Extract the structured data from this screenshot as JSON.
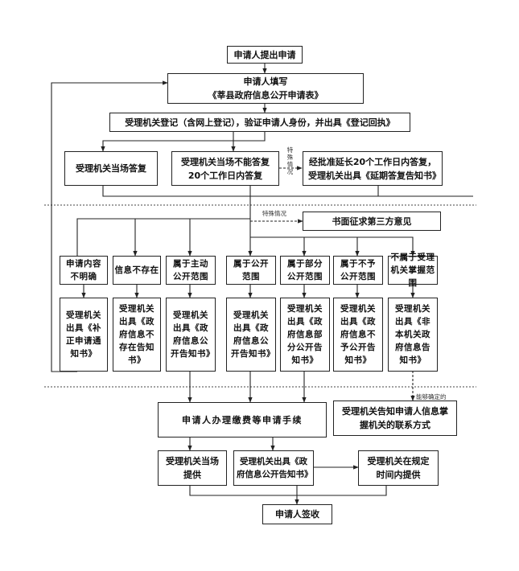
{
  "nodes": {
    "apply": "申请人提出申请",
    "fill_line1": "申请人填写",
    "fill_line2": "《莘县政府信息公开申请表》",
    "register": "受理机关登记（含网上登记），验证申请人身份，并出具《登记回执》",
    "reply_spot": "受理机关当场答复",
    "reply_20": "受理机关当场不能答复20个工作日内答复",
    "extend": "经批准延长20个工作日内答复，受理机关出具《延期答复告知书》",
    "third_party": "书面征求第三方意见",
    "unclear": "申请内容不明确",
    "not_exist": "信息不存在",
    "active_public": "属于主动公开范围",
    "is_public": "属于公开范围",
    "partial_public": "属于部分公开范围",
    "not_public": "属于不予公开范围",
    "not_in_scope": "不属于受理机关掌握范围",
    "notice_supplement": "受理机关出具《补正申请通知书》",
    "notice_not_exist": "受理机关出具《政府信息不存在告知书》",
    "notice_active": "受理机关出具《政府信息公开告知书》",
    "notice_public": "受理机关出具《政府信息公开告知书》",
    "notice_partial": "受理机关出具《政府信息部分公开告知书》",
    "notice_not_public": "受理机关出具《政府信息不予公开告知书》",
    "notice_not_in_scope": "受理机关出具《非本机关政府信息告知书》",
    "fees": "申请人办理缴费等申请手续",
    "inform_contact": "受理机关告知申请人信息掌握机关的联系方式",
    "provide_spot": "受理机关当场提供",
    "issue_notice": "受理机关出具《政府信息公开告知书》",
    "provide_later": "受理机关在规定时间内提供",
    "sign": "申请人签收"
  },
  "notes": {
    "special_1": "特殊情况",
    "special_2": "特殊情况",
    "determinable": "能够确定的"
  }
}
